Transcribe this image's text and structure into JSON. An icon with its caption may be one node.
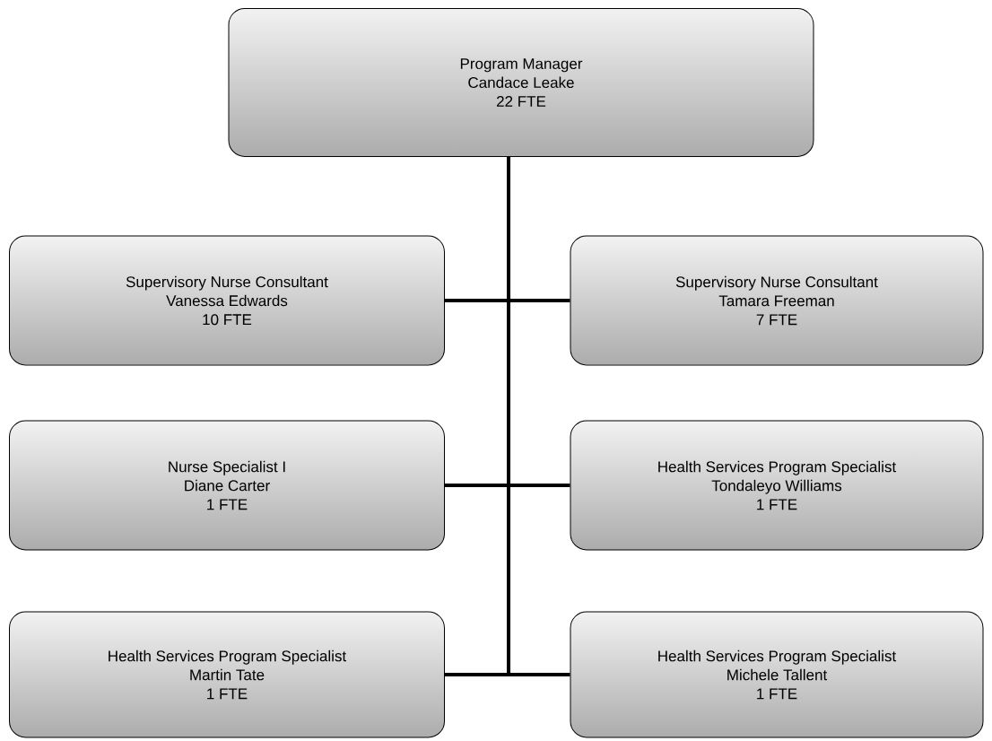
{
  "diagram": {
    "nodes": [
      {
        "text": [
          "Program Manager",
          "Candace Leake",
          "22 FTE"
        ]
      },
      {
        "text": [
          "Supervisory Nurse Consultant",
          "Vanessa Edwards",
          "10 FTE"
        ]
      },
      {
        "text": [
          "Supervisory Nurse Consultant",
          "Tamara Freeman",
          "7 FTE"
        ]
      },
      {
        "text": [
          "Nurse Specialist I",
          "Diane Carter",
          "1 FTE"
        ]
      },
      {
        "text": [
          "Health Services Program Specialist",
          "Tondaleyo Williams",
          "1 FTE"
        ]
      },
      {
        "text": [
          "Health Services Program Specialist",
          "Martin Tate",
          "1 FTE"
        ]
      },
      {
        "text": [
          "Health Services Program Specialist",
          "Michele Tallent",
          "1 FTE"
        ]
      }
    ],
    "edges": [
      {
        "from": 0,
        "to": 1,
        "arrow": "none"
      },
      {
        "from": 0,
        "to": 2,
        "arrow": "none"
      },
      {
        "from": 0,
        "to": 3,
        "arrow": "none"
      },
      {
        "from": 0,
        "to": 4,
        "arrow": "none"
      },
      {
        "from": 0,
        "to": 5,
        "arrow": "none"
      },
      {
        "from": 0,
        "to": 6,
        "arrow": "none"
      }
    ]
  }
}
